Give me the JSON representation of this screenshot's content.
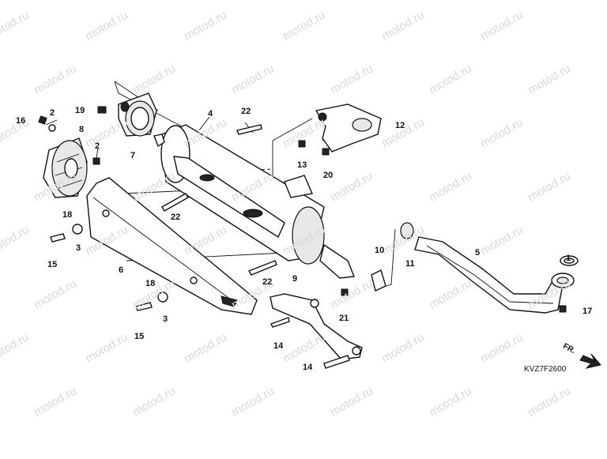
{
  "watermark": "motod.ru",
  "diagram_code": "KVZ7F2600",
  "front_marker": "FR.",
  "callouts": [
    {
      "id": "c1",
      "text": "1"
    },
    {
      "id": "c2a",
      "text": "2"
    },
    {
      "id": "c2b",
      "text": "2"
    },
    {
      "id": "c3a",
      "text": "3"
    },
    {
      "id": "c3b",
      "text": "3"
    },
    {
      "id": "c4",
      "text": "4"
    },
    {
      "id": "c5",
      "text": "5"
    },
    {
      "id": "c6",
      "text": "6"
    },
    {
      "id": "c7",
      "text": "7"
    },
    {
      "id": "c8",
      "text": "8"
    },
    {
      "id": "c9",
      "text": "9"
    },
    {
      "id": "c10",
      "text": "10"
    },
    {
      "id": "c11",
      "text": "11"
    },
    {
      "id": "c12",
      "text": "12"
    },
    {
      "id": "c13",
      "text": "13"
    },
    {
      "id": "c14a",
      "text": "14"
    },
    {
      "id": "c14b",
      "text": "14"
    },
    {
      "id": "c15a",
      "text": "15"
    },
    {
      "id": "c15b",
      "text": "15"
    },
    {
      "id": "c16",
      "text": "16"
    },
    {
      "id": "c17",
      "text": "17"
    },
    {
      "id": "c18a",
      "text": "18"
    },
    {
      "id": "c18b",
      "text": "18"
    },
    {
      "id": "c19",
      "text": "19"
    },
    {
      "id": "c20",
      "text": "20"
    },
    {
      "id": "c21",
      "text": "21"
    },
    {
      "id": "c22a",
      "text": "22"
    },
    {
      "id": "c22b",
      "text": "22"
    },
    {
      "id": "c22c",
      "text": "22"
    }
  ]
}
